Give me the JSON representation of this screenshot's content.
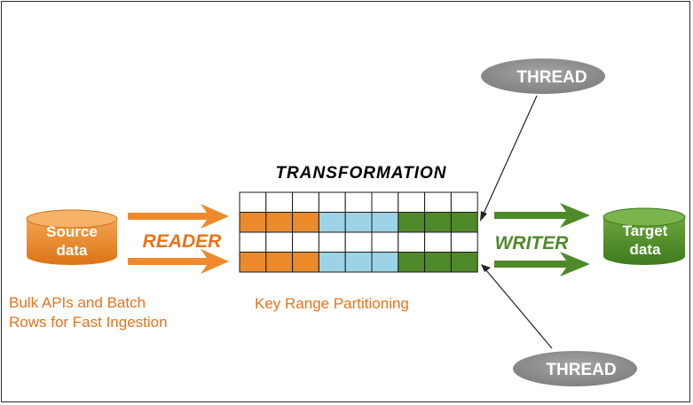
{
  "title": "TRANSFORMATION",
  "source": {
    "line1": "Source",
    "line2": "data"
  },
  "target": {
    "line1": "Target",
    "line2": "data"
  },
  "reader_label": "READER",
  "writer_label": "WRITER",
  "threads": {
    "top": "THREAD",
    "bottom": "THREAD"
  },
  "captions": {
    "bulk": "Bulk APIs and Batch Rows for Fast Ingestion",
    "partitioning": "Key Range Partitioning"
  },
  "grid": {
    "columns": 9,
    "rows": [
      [
        "white",
        "white",
        "white",
        "white",
        "white",
        "white",
        "white",
        "white",
        "white"
      ],
      [
        "orange",
        "orange",
        "orange",
        "blue",
        "blue",
        "blue",
        "green",
        "green",
        "green"
      ],
      [
        "white",
        "white",
        "white",
        "white",
        "white",
        "white",
        "white",
        "white",
        "white"
      ],
      [
        "orange",
        "orange",
        "orange",
        "blue",
        "blue",
        "blue",
        "green",
        "green",
        "green"
      ]
    ]
  },
  "colors": {
    "orange": "#ea8a2a",
    "blue": "#9dd3e6",
    "green": "#4f8a2a",
    "white": "#ffffff",
    "thread": "#8e8e8e",
    "text_orange": "#e8731a"
  }
}
